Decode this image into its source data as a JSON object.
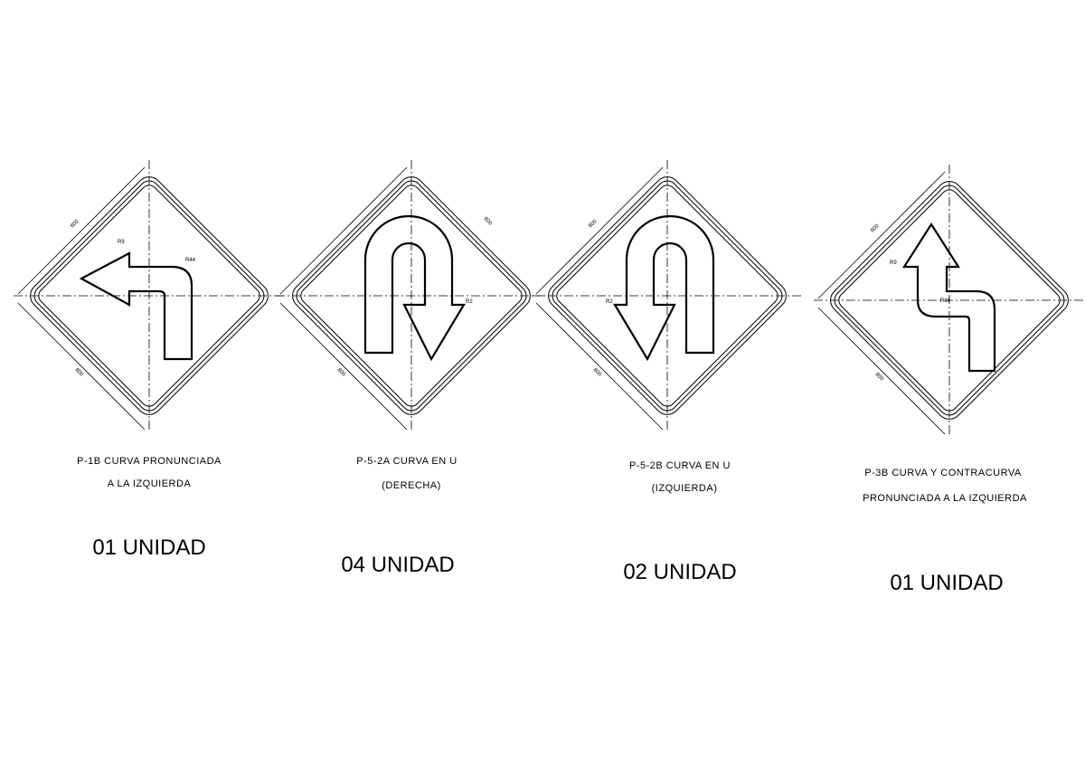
{
  "signs": [
    {
      "code_title": "P-1B  CURVA PRONUNCIADA",
      "subtitle": "A LA IZQUIERDA",
      "quantity": "01 UNIDAD",
      "dims": {
        "side_a": "800",
        "side_b": "800",
        "radius": "R9",
        "radius2": "R44"
      }
    },
    {
      "code_title": "P-5-2A  CURVA EN U",
      "subtitle": "(DERECHA)",
      "quantity": "04 UNIDAD",
      "dims": {
        "side_a": "800",
        "side_b": "800",
        "radius": "R2"
      }
    },
    {
      "code_title": "P-5-2B  CURVA EN U",
      "subtitle": "(IZQUIERDA)",
      "quantity": "02 UNIDAD",
      "dims": {
        "side_a": "800",
        "side_b": "800",
        "radius": "R2"
      }
    },
    {
      "code_title": "P-3B  CURVA Y CONTRACURVA",
      "subtitle": "PRONUNCIADA A LA IZQUIERDA",
      "quantity": "01 UNIDAD",
      "dims": {
        "side_a": "800",
        "side_b": "800",
        "radius": "R9",
        "radius2": "R16"
      }
    }
  ]
}
